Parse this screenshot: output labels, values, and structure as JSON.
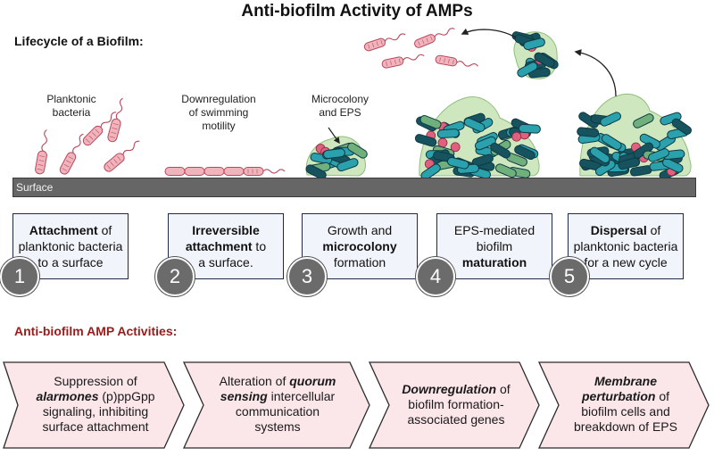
{
  "title": "Anti-biofilm Activity of AMPs",
  "lifecycle_heading": "Lifecycle of a Biofilm:",
  "scene_labels": {
    "planktonic": [
      "Planktonic",
      "bacteria"
    ],
    "downregulation": [
      "Downregulation",
      "of swimming",
      "motility"
    ],
    "microcolony": [
      "Microcolony",
      "and EPS"
    ]
  },
  "surface_label": "Surface",
  "steps": [
    {
      "number": "1",
      "line1_bold": "Attachment",
      "line1_rest": " of",
      "line2": "planktonic bacteria",
      "line3": "to a surface"
    },
    {
      "number": "2",
      "line1_bold": "Irreversible",
      "line2_bold": "attachment",
      "line2_rest": " to",
      "line3": "a surface."
    },
    {
      "number": "3",
      "line1": "Growth and",
      "line2_bold": "microcolony",
      "line3": "formation"
    },
    {
      "number": "4",
      "line1": "EPS-mediated",
      "line2": "biofilm",
      "line3_bold": "maturation"
    },
    {
      "number": "5",
      "line1_bold": "Dispersal",
      "line1_rest": " of",
      "line2": "planktonic bacteria",
      "line3": "for a new cycle"
    }
  ],
  "amp_heading": "Anti-biofilm AMP Activities:",
  "amp_activities": [
    {
      "l1": "Suppression of",
      "l2_bold": "alarmones",
      "l2_rest": " (p)ppGpp",
      "l3": "signaling, inhibiting",
      "l4": "surface attachment"
    },
    {
      "l1": "Alteration of ",
      "l1_bold": "quorum",
      "l2_bold": "sensing",
      "l2_rest": " intercellular",
      "l3": "communication",
      "l4": "systems"
    },
    {
      "l1_bold": "Downregulation",
      "l1_rest": " of",
      "l2": "biofilm formation-",
      "l3": "associated genes"
    },
    {
      "l1_bold": "Membrane",
      "l2_bold": "perturbation",
      "l2_rest": " of",
      "l3": "biofilm cells and",
      "l4": "breakdown of EPS"
    }
  ],
  "colors": {
    "pink_bacteria": "#f0b4bd",
    "pink_outline": "#b9485c",
    "eps_green": "#cfe7bf",
    "teal": "#2aa1ad",
    "dark_teal": "#16535f",
    "green": "#6fb07c",
    "pink_core": "#e0607e",
    "amp_fill": "#fbe6ea",
    "amp_stroke": "#2b2b2b",
    "heading_red": "#9b1b1b"
  }
}
